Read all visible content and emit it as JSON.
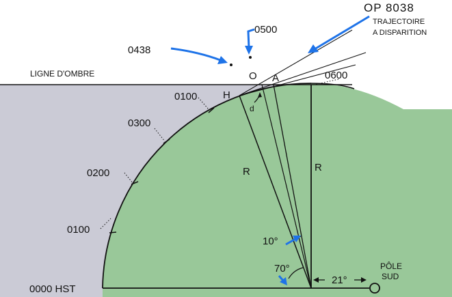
{
  "labels": {
    "shadow_line": "LIGNE D'OMBRE",
    "op_code": "OP  8038",
    "trajectory_line1": "TRAJECTOIRE",
    "trajectory_line2": "A DISPARITION",
    "time_0500": "0500",
    "time_0438": "0438",
    "time_0600": "0600",
    "letter_o": "O",
    "letter_a": "A",
    "letter_h": "H",
    "letter_d": "d",
    "time_0100_top": "0100",
    "time_0300": "0300",
    "time_0200": "0200",
    "time_0100_left": "0100",
    "time_0000_hst": "0000  HST",
    "radius_left": "R",
    "radius_right": "R",
    "angle_10": "10°",
    "angle_70": "70°",
    "angle_21": "21°",
    "pole_line1": "PÔLE",
    "pole_line2": "SUD"
  },
  "colors": {
    "shadow": "#cbcbd6",
    "lit_region": "#99c899",
    "arrow": "#1e73e8",
    "ink": "#111111"
  }
}
